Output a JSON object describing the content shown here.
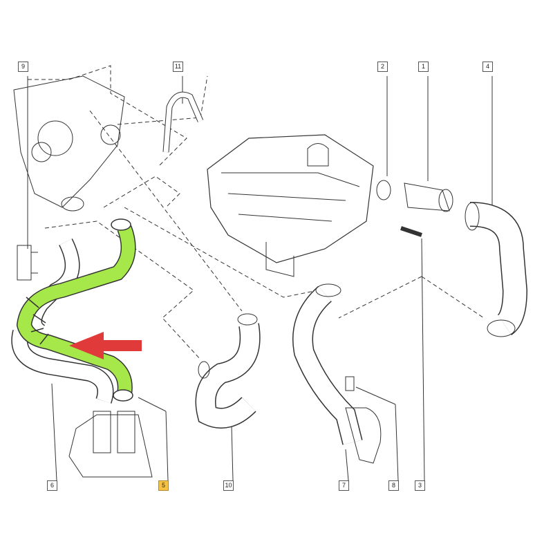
{
  "callouts": [
    {
      "id": "9",
      "label": "9"
    },
    {
      "id": "11",
      "label": "11"
    },
    {
      "id": "2",
      "label": "2"
    },
    {
      "id": "1",
      "label": "1"
    },
    {
      "id": "4",
      "label": "4"
    },
    {
      "id": "6",
      "label": "6"
    },
    {
      "id": "5",
      "label": "5",
      "highlighted": true
    },
    {
      "id": "10",
      "label": "10"
    },
    {
      "id": "7",
      "label": "7"
    },
    {
      "id": "8",
      "label": "8"
    },
    {
      "id": "3",
      "label": "3"
    }
  ],
  "colors": {
    "highlight_hose": "#a6e84a",
    "arrow": "#e03a3a",
    "callout_highlight": "#f5c242",
    "line": "#333333"
  }
}
